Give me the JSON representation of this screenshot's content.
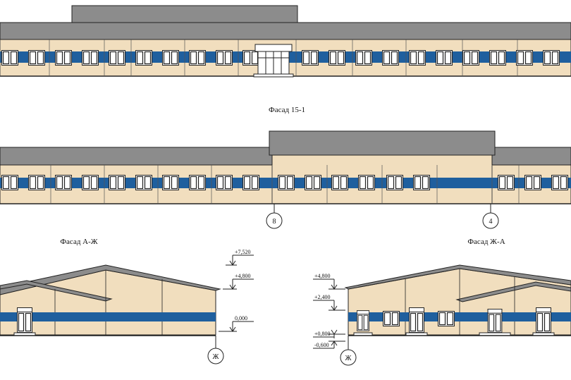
{
  "facades": {
    "top_title": "Фасад 15-1",
    "left_title": "Фасад А-Ж",
    "right_title": "Фасад Ж-А"
  },
  "axes": {
    "middle_left": "8",
    "middle_right": "4",
    "bottom_left": "Ж",
    "bottom_right": "Ж"
  },
  "levels": {
    "left": [
      "+7,520",
      "+4,800",
      "0,000"
    ],
    "right": [
      "+4,800",
      "+2,400",
      "+0,800",
      "-0,600"
    ]
  },
  "colors": {
    "wall": "#f1debe",
    "roof": "#8c8c8c",
    "stripe": "#1f5f9e",
    "outline": "#222222"
  }
}
